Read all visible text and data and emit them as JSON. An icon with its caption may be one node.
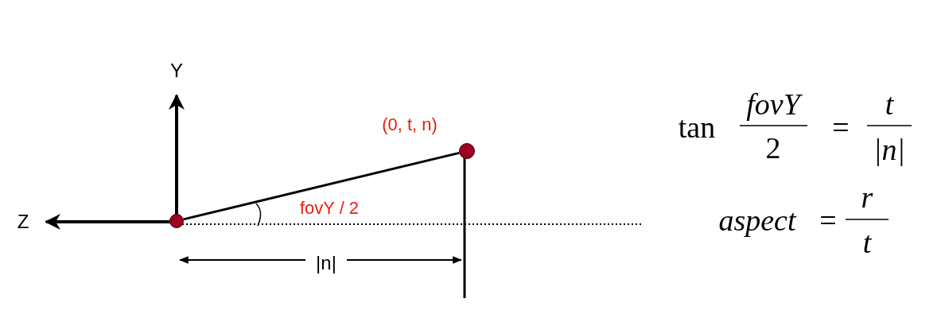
{
  "diagram": {
    "nodes": [
      {
        "text": [],
        "shape": "circle"
      },
      {
        "text": [],
        "shape": "circle",
        "beside": [
          "(0, t, n)"
        ]
      }
    ],
    "edges": [
      {
        "from": 0,
        "to": 1,
        "arrow": "none"
      }
    ],
    "labels": [
      "Y",
      "Z",
      "fovY / 2",
      "|n|",
      "tan",
      "fovY",
      "2",
      "=",
      "t",
      "|n|",
      "aspect",
      "=",
      "r",
      "t"
    ]
  }
}
